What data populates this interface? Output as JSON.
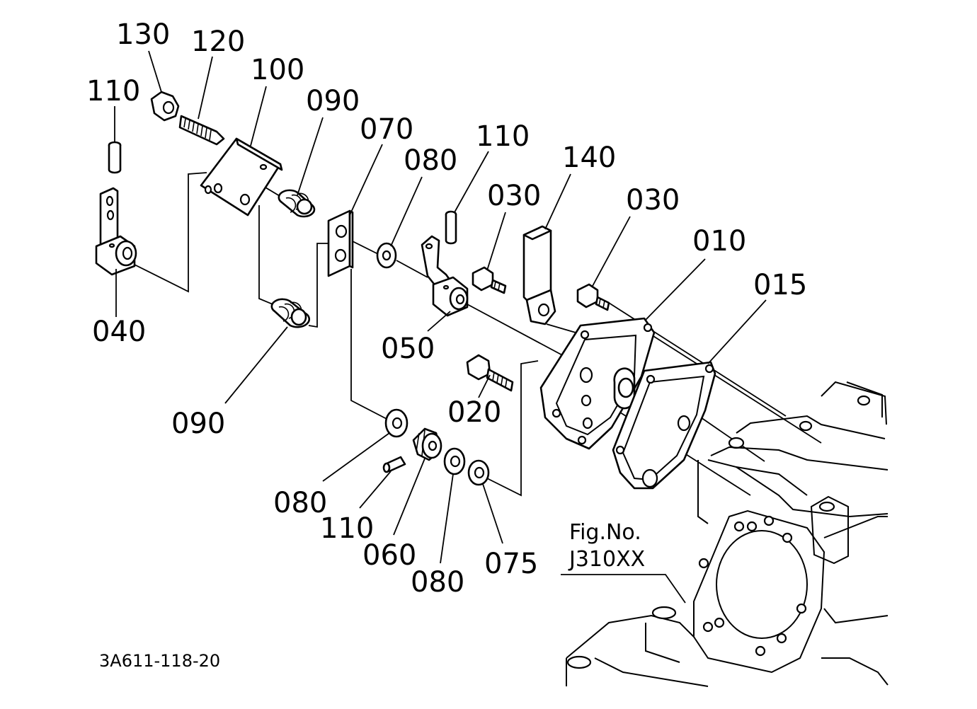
{
  "labels": {
    "p130": "130",
    "p120": "120",
    "p110_top": "110",
    "p100": "100",
    "p090_top": "090",
    "p070": "070",
    "p080_top": "080",
    "p110_mid": "110",
    "p030_a": "030",
    "p140": "140",
    "p030_b": "030",
    "p010": "010",
    "p015": "015",
    "p040": "040",
    "p050": "050",
    "p090_bottom": "090",
    "p020": "020",
    "p080_bottom_left": "080",
    "p110_bottom": "110",
    "p060": "060",
    "p080_bottom_right": "080",
    "p075": "075"
  },
  "figure": {
    "line1": "Fig.No.",
    "line2": "J310XX"
  },
  "drawing_code": "3A611-118-20"
}
